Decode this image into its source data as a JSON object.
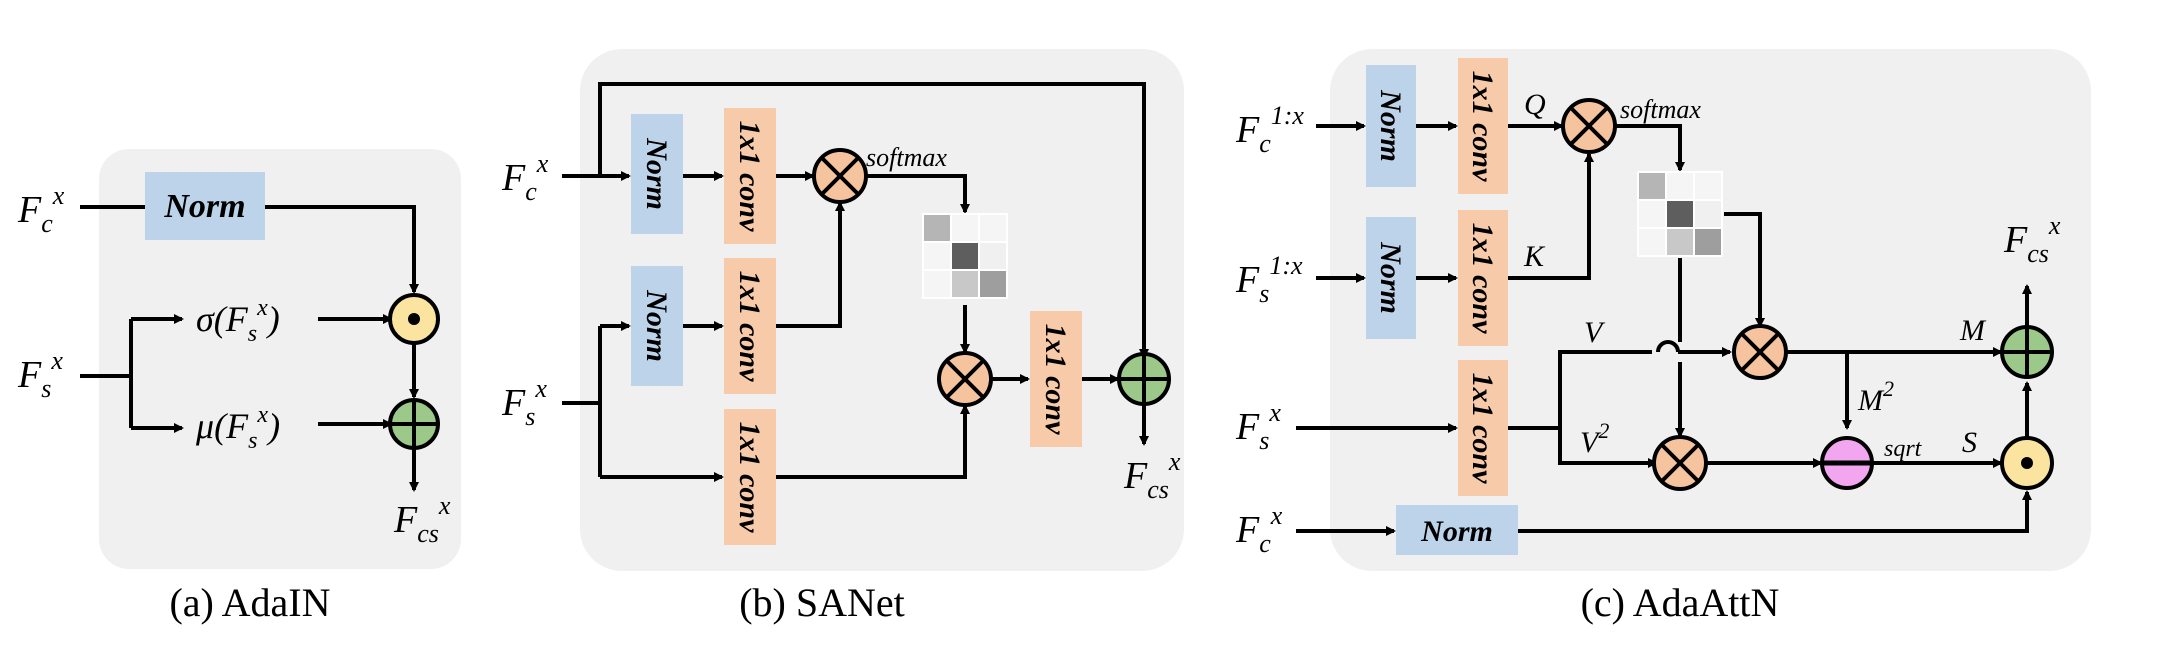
{
  "colors": {
    "panel_bg": "#f0f0f0",
    "norm_box": "#bcd3ea",
    "conv_box": "#f7cba9",
    "mult_node": "#f5c49f",
    "add_node": "#9cc98a",
    "dot_node": "#fbe3a0",
    "minus_node": "#f1a6ef",
    "line": "#000000"
  },
  "icons": {
    "multiply": "circled-times-icon",
    "add": "circled-plus-icon",
    "dot": "circled-dot-icon",
    "minus": "circled-minus-icon",
    "attention": "attention-map-grid-icon"
  },
  "panel_a": {
    "caption": "(a) AdaIN",
    "norm_label": "Norm",
    "input_c": {
      "base": "F",
      "sub": "c",
      "sup": "x"
    },
    "input_s": {
      "base": "F",
      "sub": "s",
      "sup": "x"
    },
    "sigma": {
      "fn": "σ(",
      "base": "F",
      "sub": "s",
      "sup": "x",
      "close": ")"
    },
    "mu": {
      "fn": "μ(",
      "base": "F",
      "sub": "s",
      "sup": "x",
      "close": ")"
    },
    "output": {
      "base": "F",
      "sub": "cs",
      "sup": "x"
    }
  },
  "panel_b": {
    "caption": "(b) SANet",
    "norm_label_1": "Norm",
    "norm_label_2": "Norm",
    "conv_label_1": "1x1 conv",
    "conv_label_2": "1x1 conv",
    "conv_label_3": "1x1 conv",
    "conv_label_4": "1x1 conv",
    "softmax_label": "softmax",
    "input_c": {
      "base": "F",
      "sub": "c",
      "sup": "x"
    },
    "input_s": {
      "base": "F",
      "sub": "s",
      "sup": "x"
    },
    "output": {
      "base": "F",
      "sub": "cs",
      "sup": "x"
    }
  },
  "panel_c": {
    "caption": "(c) AdaAttN",
    "norm_label_1": "Norm",
    "norm_label_2": "Norm",
    "norm_label_3": "Norm",
    "conv_label_1": "1x1 conv",
    "conv_label_2": "1x1 conv",
    "conv_label_3": "1x1 conv",
    "softmax_label": "softmax",
    "sqrt_label": "sqrt",
    "q_label": "Q",
    "k_label": "K",
    "v_label": "V",
    "v2_label": {
      "base": "V",
      "sup": "2"
    },
    "m_label": "M",
    "m2_label": {
      "base": "M",
      "sup": "2"
    },
    "s_label": "S",
    "input_c1": {
      "base": "F",
      "sub": "c",
      "sup": "1:x"
    },
    "input_s1": {
      "base": "F",
      "sub": "s",
      "sup": "1:x"
    },
    "input_s": {
      "base": "F",
      "sub": "s",
      "sup": "x"
    },
    "input_c": {
      "base": "F",
      "sub": "c",
      "sup": "x"
    },
    "output": {
      "base": "F",
      "sub": "cs",
      "sup": "x"
    }
  }
}
